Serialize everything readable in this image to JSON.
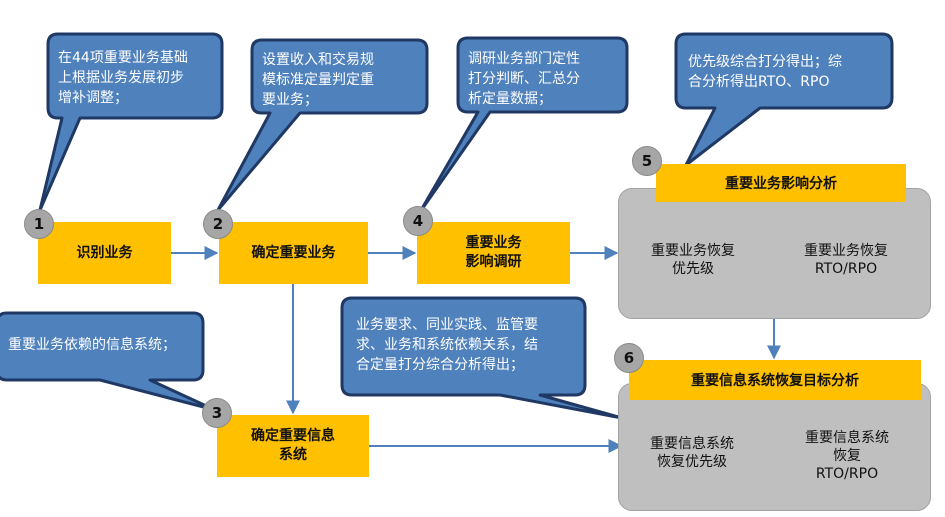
{
  "colors": {
    "step_fill": "#ffc000",
    "callout_fill": "#4f81bd",
    "callout_border": "#1f3864",
    "arrow": "#4f81bd",
    "panel_fill": "#bfbfbf",
    "card_fill": "#d7cfa8",
    "badge_fill": "#a6a6a6"
  },
  "steps": [
    {
      "number": "1",
      "label": "识别业务"
    },
    {
      "number": "2",
      "label": "确定重要业务"
    },
    {
      "number": "3",
      "label": "确定重要信息\n系统"
    },
    {
      "number": "4",
      "label": "重要业务\n影响调研"
    }
  ],
  "callouts": [
    {
      "text": "在44项重要业务基础\n上根据业务发展初步\n增补调整；"
    },
    {
      "text": "设置收入和交易规\n模标准定量判定重\n要业务；"
    },
    {
      "text": "调研业务部门定性\n打分判断、汇总分\n析定量数据；"
    },
    {
      "text": "优先级综合打分得出；综\n合分析得出RTO、RPO"
    },
    {
      "text": "重要业务依赖的信息系统；"
    },
    {
      "text": "业务要求、同业实践、监管要\n求、业务和系统依赖关系，结\n合定量打分综合分析得出；"
    }
  ],
  "panels": [
    {
      "number": "5",
      "title": "重要业务影响分析",
      "cards": [
        "重要业务恢复\n优先级",
        "重要业务恢复\nRTO/RPO"
      ]
    },
    {
      "number": "6",
      "title": "重要信息系统恢复目标分析",
      "cards": [
        "重要信息系统\n恢复优先级",
        "重要信息系统\n恢复\nRTO/RPO"
      ]
    }
  ]
}
